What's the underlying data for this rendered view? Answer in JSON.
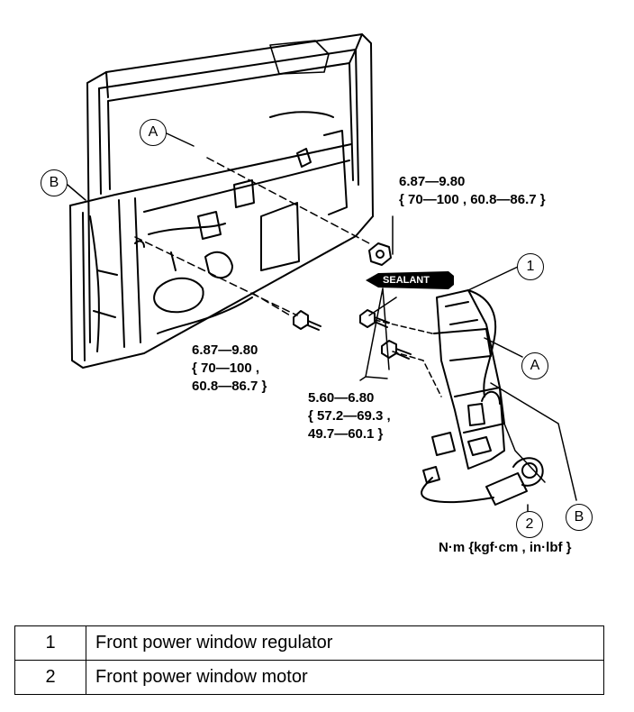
{
  "callouts": {
    "a_door": "A",
    "b_door": "B",
    "one": "1",
    "a_regulator": "A",
    "two": "2",
    "b_regulator": "B"
  },
  "torque_nut": {
    "line1": "6.87—9.80",
    "line2": "{ 70—100 , 60.8—86.7 }"
  },
  "torque_bolt": {
    "line1": "6.87—9.80",
    "line2": "{ 70—100 ,",
    "line3": "60.8—86.7 }"
  },
  "torque_regulator": {
    "line1": "5.60—6.80",
    "line2": "{ 57.2—69.3 ,",
    "line3": "49.7—60.1 }"
  },
  "sealant_label": "SEALANT",
  "units": "N·m {kgf·cm , in·lbf }",
  "legend": [
    {
      "number": "1",
      "description": "Front power window regulator"
    },
    {
      "number": "2",
      "description": "Front power window motor"
    }
  ]
}
